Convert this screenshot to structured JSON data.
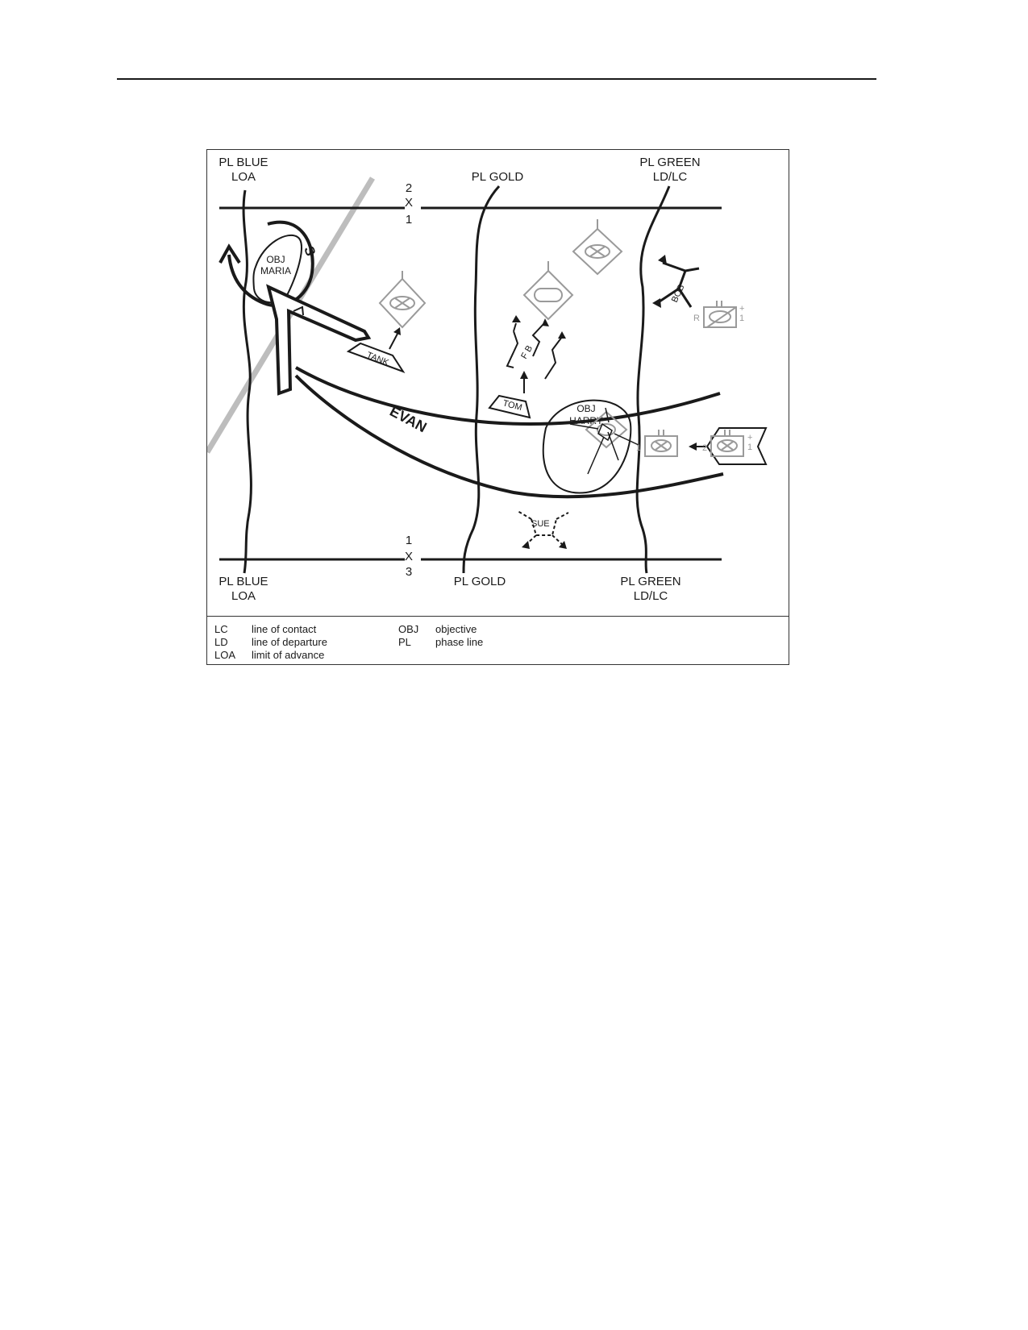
{
  "map": {
    "phase_lines": {
      "blue_top": [
        "PL  BLUE",
        "LOA"
      ],
      "gold_top": [
        "PL  GOLD"
      ],
      "green_top": [
        "PL  GREEN",
        "LD/LC"
      ],
      "blue_bottom": [
        "PL  BLUE",
        "LOA"
      ],
      "gold_bottom": [
        "PL  GOLD"
      ],
      "green_bottom": [
        "PL  GREEN",
        "LD/LC"
      ]
    },
    "boundary_top": [
      "2",
      "X",
      "1"
    ],
    "boundary_bottom": [
      "1",
      "X",
      "3"
    ],
    "objectives": {
      "maria": [
        "OBJ",
        "MARIA"
      ],
      "harry": [
        "OBJ",
        "HARRY"
      ]
    },
    "axis_name": "EVAN",
    "tactical_labels": {
      "tank": "TANK",
      "tom": "TOM",
      "bob": "BOB",
      "sue": "SUE",
      "fb": "F B",
      "s": "S",
      "r": "R",
      "plus": "+",
      "one": "1",
      "two": "2"
    },
    "colors": {
      "ink": "#1a1a1a",
      "unit_gray": "#9a9a9a",
      "road_gray": "#bdbdbd"
    }
  },
  "legend": [
    {
      "abbr": "LC",
      "meaning": "line of contact"
    },
    {
      "abbr": "LD",
      "meaning": "line of departure"
    },
    {
      "abbr": "LOA",
      "meaning": "limit of advance"
    },
    {
      "abbr": "OBJ",
      "meaning": "objective"
    },
    {
      "abbr": "PL",
      "meaning": "phase line"
    }
  ]
}
